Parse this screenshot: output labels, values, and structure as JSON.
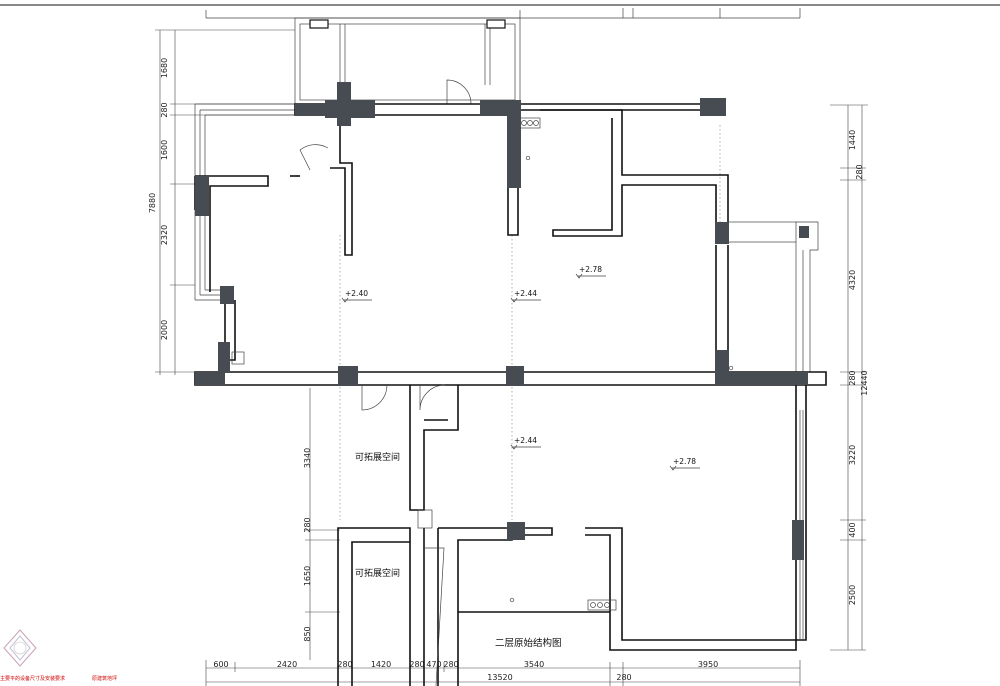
{
  "drawing": {
    "title": "二层原始结构图",
    "level_marks": [
      "+2.40",
      "+2.44",
      "+2.78",
      "+2.44",
      "+2.78"
    ],
    "room_labels": [
      "可拓展空间",
      "可拓展空间"
    ],
    "notes": [
      "主要平的设备尺寸及安装要求",
      "原建筑地坪"
    ]
  },
  "dimensions": {
    "left": [
      "1680",
      "280",
      "1600",
      "2320",
      "2000",
      "7880"
    ],
    "left_lower": [
      "3340",
      "280",
      "1650",
      "850"
    ],
    "right": [
      "1440",
      "280",
      "4320",
      "280",
      "3220",
      "400",
      "2500",
      "12440"
    ],
    "bottom": [
      "600",
      "2420",
      "280",
      "1420",
      "280",
      "470",
      "280",
      "3540",
      "3950"
    ],
    "bottom_total": [
      "13520",
      "280"
    ]
  },
  "colors": {
    "wall": "#111111",
    "column": "#474c52",
    "note": "#d00000"
  }
}
